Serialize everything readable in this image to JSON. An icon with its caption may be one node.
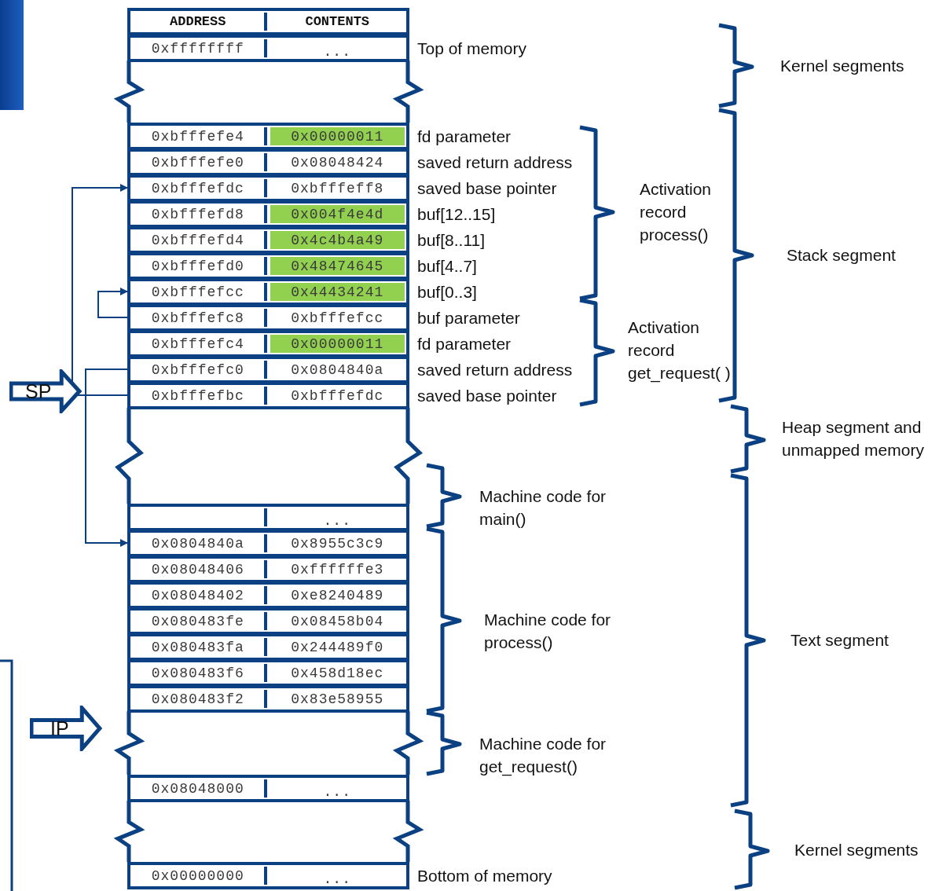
{
  "diagram": {
    "nodes": [
      {
        "text": [
          "ADDRESS",
          "CONTENTS"
        ]
      },
      {
        "text": [
          "0xffffffff",
          "..."
        ],
        "beside": [
          "Top of memory"
        ]
      },
      {
        "text": [
          "0xbfffefe4",
          "0x00000011"
        ],
        "beside": [
          "fd parameter"
        ]
      },
      {
        "text": [
          "0xbfffefe0",
          "0x08048424"
        ],
        "beside": [
          "saved return address"
        ]
      },
      {
        "text": [
          "0xbfffefdc",
          "0xbfffeff8"
        ],
        "beside": [
          "saved base pointer"
        ]
      },
      {
        "text": [
          "0xbfffefd8",
          "0x004f4e4d"
        ],
        "beside": [
          "buf[12..15]"
        ]
      },
      {
        "text": [
          "0xbfffefd4",
          "0x4c4b4a49"
        ],
        "beside": [
          "buf[8..11]"
        ]
      },
      {
        "text": [
          "0xbfffefd0",
          "0x48474645"
        ],
        "beside": [
          "buf[4..7]"
        ]
      },
      {
        "text": [
          "0xbfffefcc",
          "0x44434241"
        ],
        "beside": [
          "buf[0..3]"
        ]
      },
      {
        "text": [
          "0xbfffefc8",
          "0xbfffefcc"
        ],
        "beside": [
          "buf parameter"
        ]
      },
      {
        "text": [
          "0xbfffefc4",
          "0x00000011"
        ],
        "beside": [
          "fd parameter"
        ]
      },
      {
        "text": [
          "0xbfffefc0",
          "0x0804840a"
        ],
        "beside": [
          "saved return address"
        ]
      },
      {
        "text": [
          "0xbfffefbc",
          "0xbfffefdc"
        ],
        "beside": [
          "saved base pointer"
        ]
      },
      {
        "text": [
          "..."
        ]
      },
      {
        "text": [
          "0x0804840a",
          "0x8955c3c9"
        ]
      },
      {
        "text": [
          "0x08048406",
          "0xffffffe3"
        ]
      },
      {
        "text": [
          "0x08048402",
          "0xe8240489"
        ]
      },
      {
        "text": [
          "0x080483fe",
          "0x08458b04"
        ]
      },
      {
        "text": [
          "0x080483fa",
          "0x244489f0"
        ]
      },
      {
        "text": [
          "0x080483f6",
          "0x458d18ec"
        ]
      },
      {
        "text": [
          "0x080483f2",
          "0x83e58955"
        ]
      },
      {
        "text": [
          "0x08048000",
          "..."
        ]
      },
      {
        "text": [
          "0x00000000",
          "..."
        ],
        "beside": [
          "Bottom of memory"
        ]
      },
      {
        "text": [
          "SP"
        ]
      },
      {
        "text": [
          "IP"
        ]
      }
    ],
    "edges": [
      {
        "from": 23,
        "to": 12,
        "arrow": "none"
      },
      {
        "from": 12,
        "to": 4,
        "arrow": "to"
      },
      {
        "from": 9,
        "to": 8,
        "arrow": "to"
      },
      {
        "from": 11,
        "to": 14,
        "arrow": "to"
      }
    ],
    "labels": [
      "Kernel segments",
      "Activation record process()",
      "Stack segment",
      "Activation record get_request( )",
      "Heap segment and unmapped memory",
      "Machine code for main()",
      "Machine code for process()",
      "Text segment",
      "Machine code for get_request()",
      "Kernel segments"
    ]
  }
}
